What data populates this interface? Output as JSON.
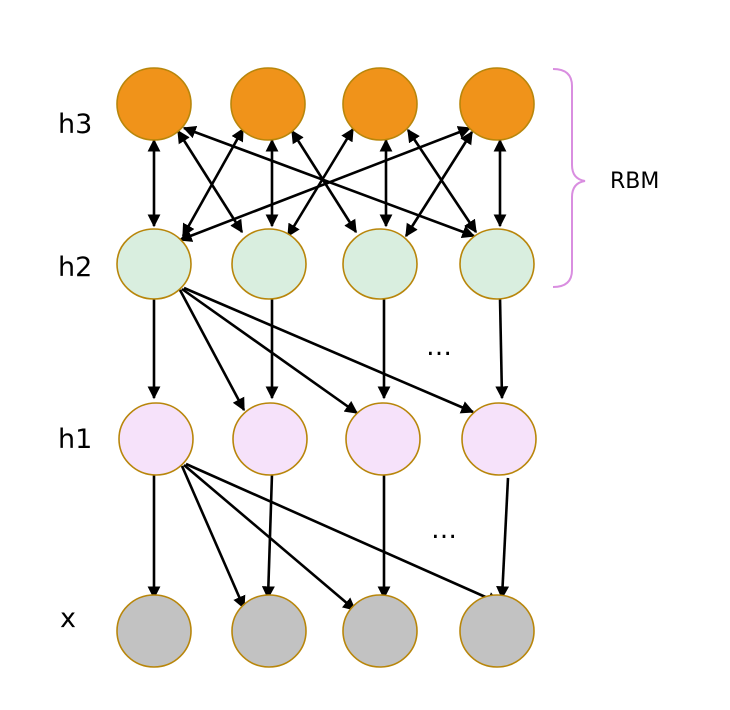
{
  "labels": {
    "h3": "h3",
    "h2": "h2",
    "h1": "h1",
    "x": "x",
    "rbm": "RBM",
    "ellipsis_h2_h1": "…",
    "ellipsis_h1_x": "…"
  },
  "colors": {
    "h3": "#f0931a",
    "h2": "#d9eedf",
    "h1": "#f6e2fa",
    "x": "#c2c2c2",
    "node_border": "#b8860b",
    "brace": "#d98ee0",
    "edge": "#000000"
  }
}
